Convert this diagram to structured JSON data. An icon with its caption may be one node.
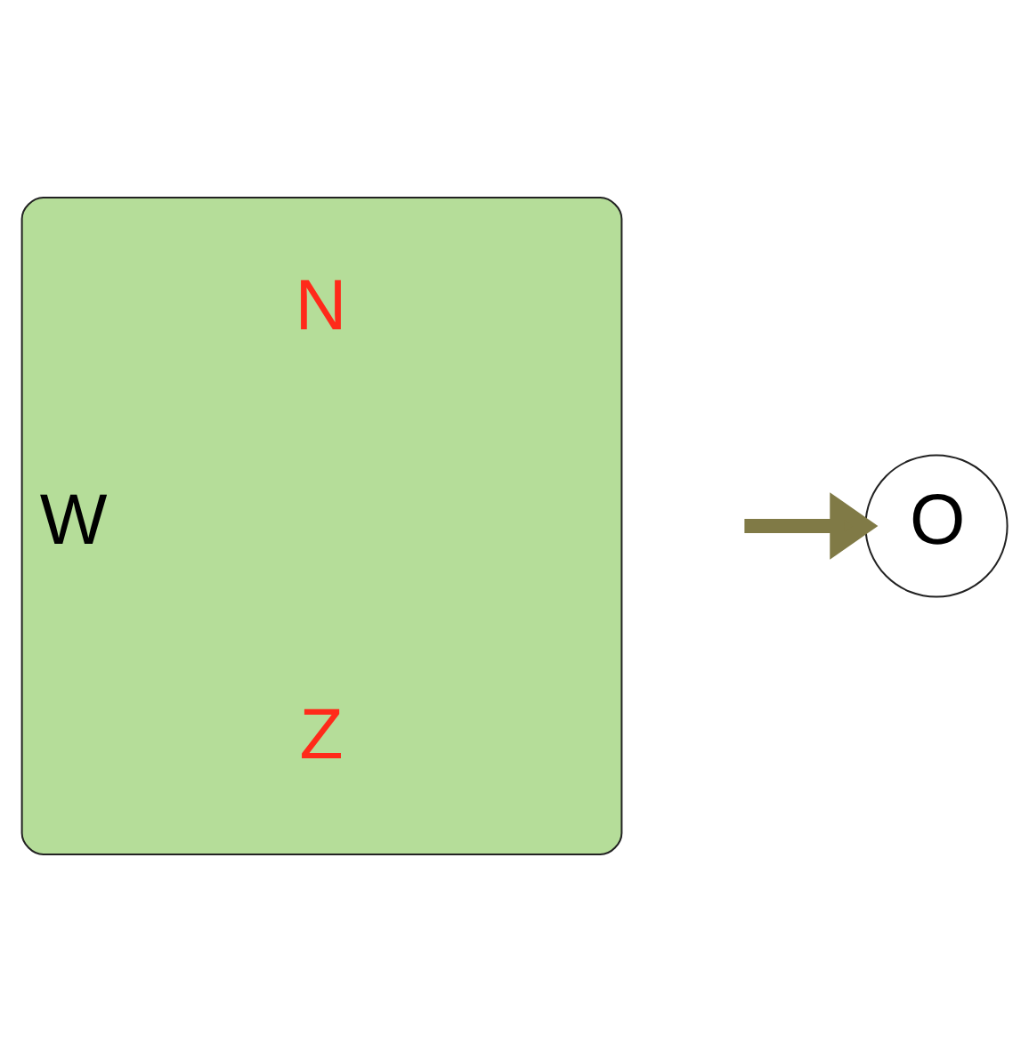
{
  "diagram": {
    "nodes": [
      {
        "text": [
          "N",
          "W",
          "Z"
        ]
      },
      {
        "text": [
          "O"
        ]
      }
    ],
    "edges": [
      {
        "from": null,
        "to": 1,
        "arrow": "to",
        "color": "#807a46"
      }
    ]
  }
}
